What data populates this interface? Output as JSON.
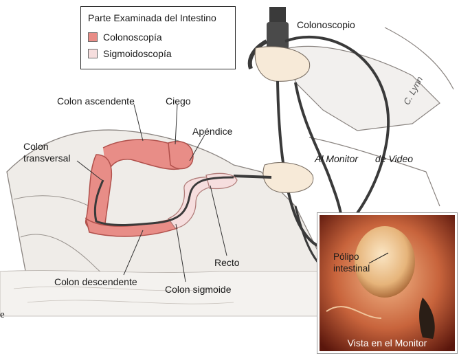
{
  "legend": {
    "title": "Parte Examinada del Intestino",
    "items": [
      {
        "label": "Colonoscopía",
        "color": "#e88d87"
      },
      {
        "label": "Sigmoidoscopía",
        "color": "#f6dede"
      }
    ]
  },
  "labels": {
    "colonoscopio": "Colonoscopio",
    "colon_ascendente": "Colon ascendente",
    "ciego": "Ciego",
    "apendice": "Apéndice",
    "colon_transversal_1": "Colon",
    "colon_transversal_2": "transversal",
    "al_monitor": "Al Monitor",
    "de_video": "de Video",
    "recto": "Recto",
    "colon_descendente": "Colon descendente",
    "colon_sigmoide": "Colon sigmoide",
    "signature": "C. Lynn",
    "edge_fragment": "e"
  },
  "monitor": {
    "caption": "Vista en el Monitor",
    "polyp_1": "Pólipo",
    "polyp_2": "intestinal"
  },
  "colors": {
    "colon": "#e88d87",
    "rectum": "#f6dede",
    "tube": "#3a3a3a",
    "skin": "#eeeae6"
  }
}
